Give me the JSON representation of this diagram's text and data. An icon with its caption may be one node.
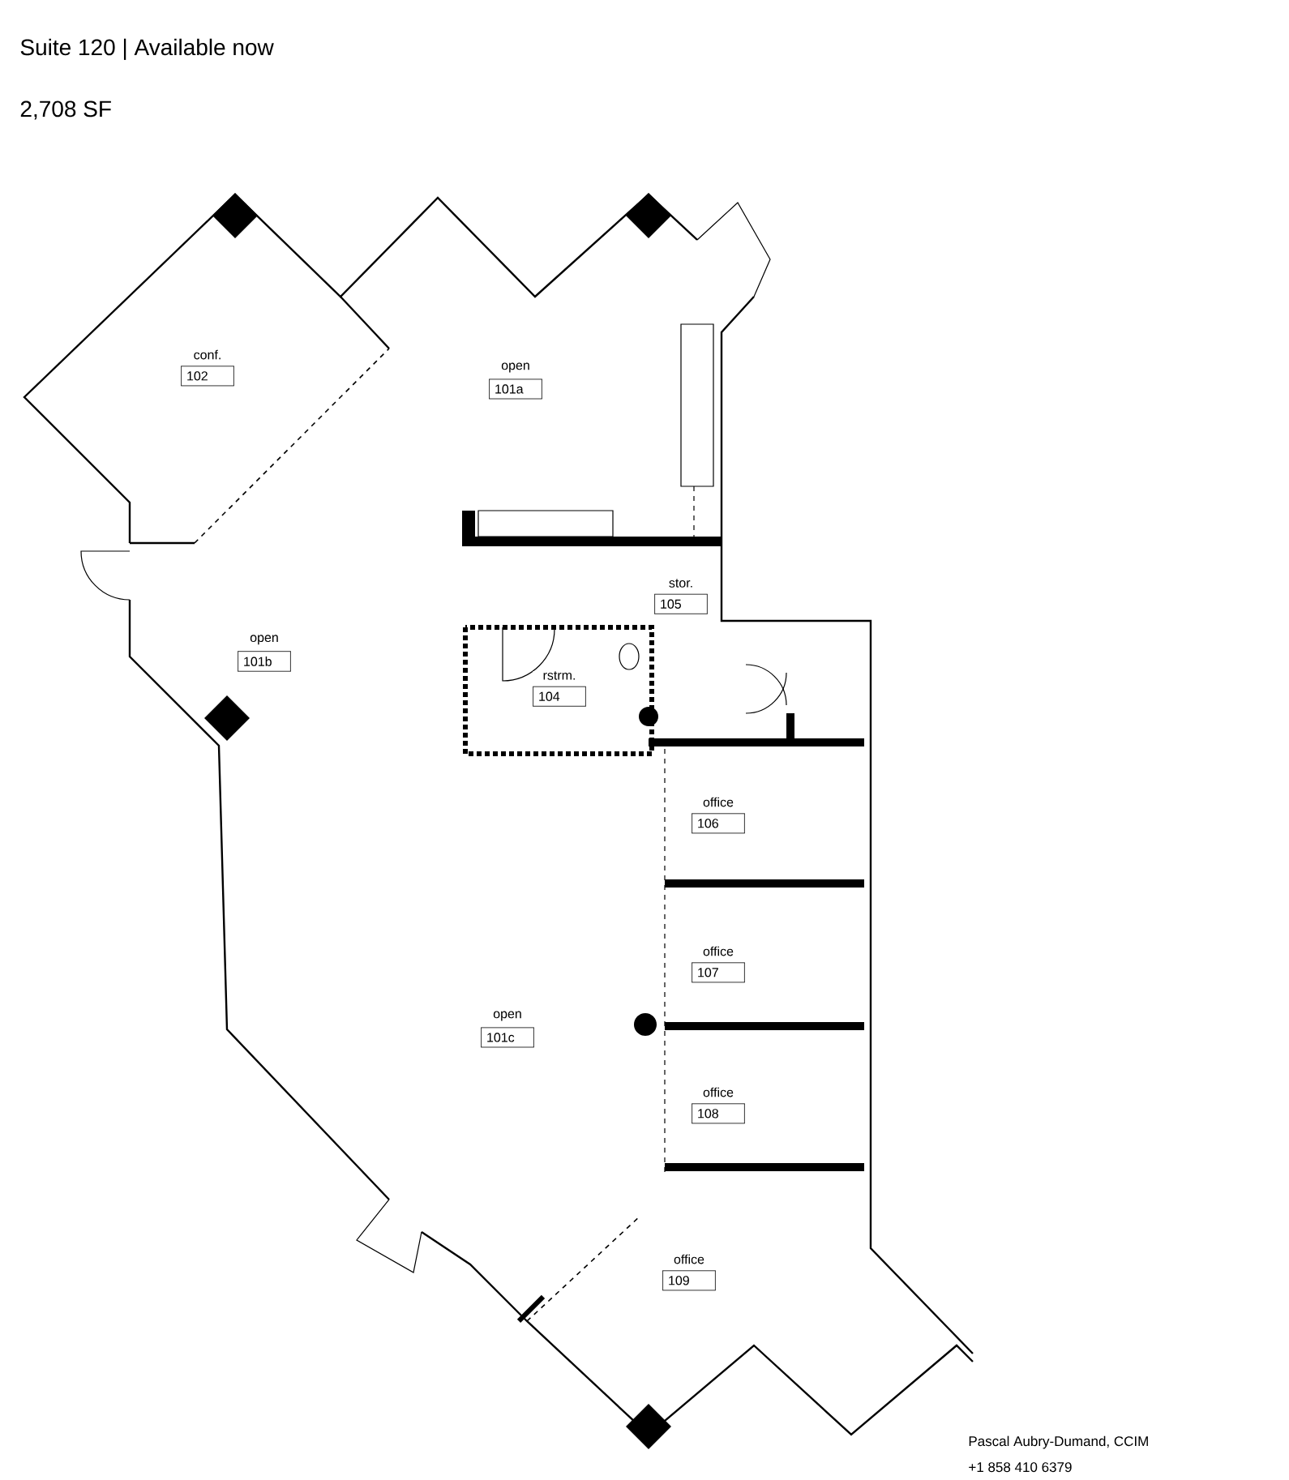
{
  "diagram": {
    "title": "Suite 120 | Available now",
    "nodes": [
      {
        "text": [
          "conf.",
          "102"
        ]
      },
      {
        "text": [
          "open",
          "101a"
        ]
      },
      {
        "text": [
          "stor.",
          "105"
        ]
      },
      {
        "text": [
          "open",
          "101b"
        ]
      },
      {
        "text": [
          "rstrm.",
          "104"
        ]
      },
      {
        "text": [
          "office",
          "106"
        ]
      },
      {
        "text": [
          "office",
          "107"
        ]
      },
      {
        "text": [
          "open",
          "101c"
        ]
      },
      {
        "text": [
          "office",
          "108"
        ]
      },
      {
        "text": [
          "office",
          "109"
        ]
      }
    ],
    "labels": [
      "2,708 SF",
      "Pascal Aubry-Dumand, CCIM",
      "+1 858 410 6379"
    ]
  }
}
